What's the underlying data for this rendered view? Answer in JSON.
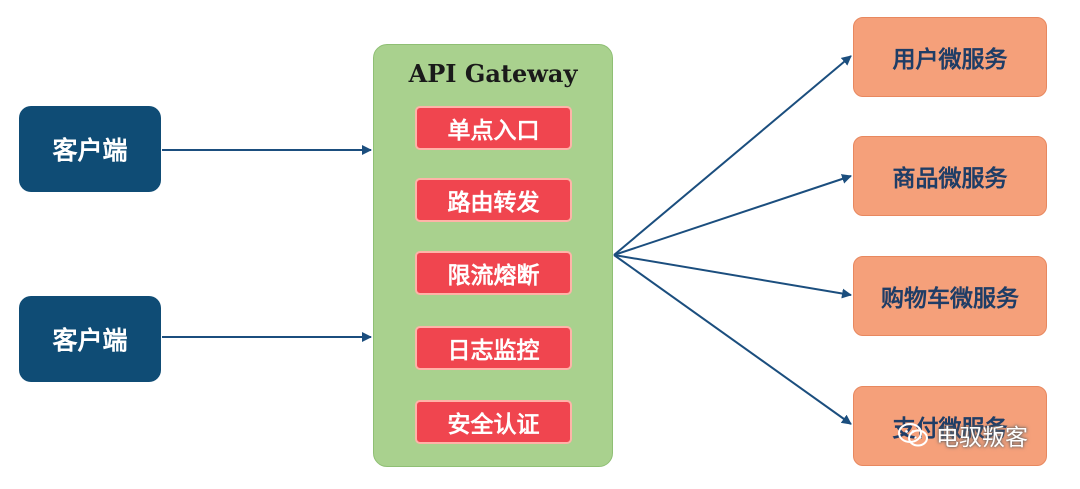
{
  "clients": [
    {
      "label": "客户端"
    },
    {
      "label": "客户端"
    }
  ],
  "gateway": {
    "title": "API Gateway",
    "features": [
      {
        "label": "单点入口"
      },
      {
        "label": "路由转发"
      },
      {
        "label": "限流熔断"
      },
      {
        "label": "日志监控"
      },
      {
        "label": "安全认证"
      }
    ]
  },
  "services": [
    {
      "label": "用户微服务"
    },
    {
      "label": "商品微服务"
    },
    {
      "label": "购物车微服务"
    },
    {
      "label": "支付微服务"
    }
  ],
  "watermark": {
    "text": "电驭叛客",
    "icon": "wechat-icon"
  },
  "colors": {
    "client": "#0f4c75",
    "gateway": "#a9d18e",
    "feature": "#f0454f",
    "service": "#f5a07a",
    "arrow": "#1b4e7e"
  }
}
